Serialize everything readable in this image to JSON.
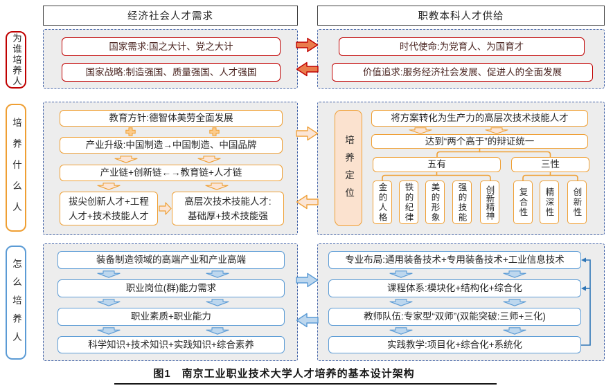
{
  "titles": {
    "left": "经济社会人才需求",
    "right": "职教本科人才供给"
  },
  "row_labels": {
    "who": "为谁培养人",
    "what": "培养什么人",
    "how": "怎么培养人"
  },
  "s1": {
    "left": [
      "国家需求:国之大计、党之大计",
      "国家战略:制造强国、质量强国、人才强国"
    ],
    "right": [
      "时代使命:为党育人、为国育才",
      "价值追求:服务经济社会发展、促进人的全面发展"
    ]
  },
  "s2": {
    "left_rows": [
      "教育方针:德智体美劳全面发展",
      "产业升级:中国制造→中国制造、中国品牌",
      "产业链+创新链←→教育链+人才链"
    ],
    "left_bottom": {
      "a_line1": "拔尖创新人才+工程",
      "a_line2": "人才+技术技能人才",
      "b_line1": "高层次技术技能人才:",
      "b_line2": "基础厚+技术技能强"
    },
    "right_label": "培养定位",
    "right_rows": [
      "将方案转化为生产力的高层次技术技能人才",
      "达到“两个高于”的辩证统一"
    ],
    "group_wuyou": {
      "title": "五有",
      "items": [
        "金的人格",
        "铁的纪律",
        "美的形象",
        "强的技能",
        "创新精神"
      ]
    },
    "group_sanxing": {
      "title": "三性",
      "items": [
        "复合性",
        "精深性",
        "创新性"
      ]
    }
  },
  "s3": {
    "left_rows": [
      "装备制造领域的高端产业和产业高端",
      "职业岗位(群)能力需求",
      "职业素质+职业能力",
      "科学知识+技术知识+实践知识+综合素养"
    ],
    "right_rows": [
      "专业布局:通用装备技术+专用装备技术+工业信息技术",
      "课程体系:模块化+结构化+综合化",
      "教师队伍:专家型“双师”(双能突破:三师+三化)",
      "实践教学:项目化+综合化+系统化"
    ]
  },
  "caption": "图1　南京工业职业技术大学人才培养的基本设计架构",
  "colors": {
    "red": "#C00000",
    "orange": "#EF9F33",
    "blue": "#5B9BD5",
    "panel_border": "#4061A7",
    "panel_bg": "#EDEDED",
    "arrow_red_fill": "#EA7C4C",
    "arrow_orange_fill": "#FBE5D6",
    "arrow_blue_fill": "#BDD7EE",
    "feedback_line": "#2E75B6"
  }
}
